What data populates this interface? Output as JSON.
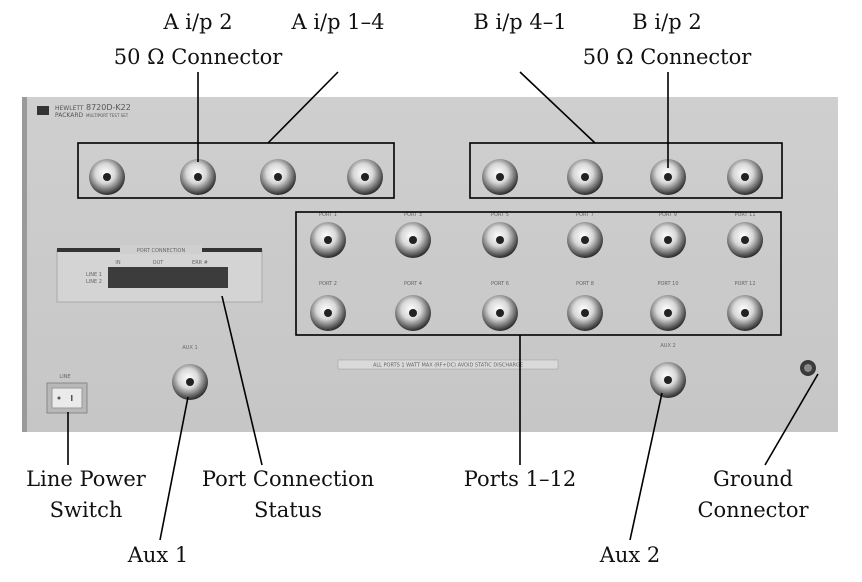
{
  "callouts": {
    "a_ip2": {
      "line1": "A i/p 2",
      "line2": "50 Ω Connector"
    },
    "a_ip14": "A i/p 1–4",
    "b_ip41": "B i/p 4–1",
    "b_ip2": {
      "line1": "B i/p 2",
      "line2": "50 Ω Connector"
    },
    "line_power": {
      "line1": "Line Power",
      "line2": "Switch"
    },
    "port_status": {
      "line1": "Port Connection",
      "line2": "Status"
    },
    "aux1": "Aux 1",
    "ports": "Ports 1–12",
    "aux2": "Aux 2",
    "ground": {
      "line1": "Ground",
      "line2": "Connector"
    }
  },
  "panel": {
    "brand_line1": "HEWLETT",
    "brand_line2": "PACKARD",
    "model": "8720D-K22",
    "model_sub": "MULTIPORT TEST SET",
    "display_title": "PORT CONNECTION",
    "display_cols": [
      "IN",
      "OUT",
      "ERR #"
    ],
    "display_rows": [
      "LINE 1",
      "LINE 2"
    ],
    "line_label": "LINE",
    "aux1_label": "AUX 1",
    "aux2_label": "AUX 2",
    "warning": "ALL PORTS 1 WATT MAX (RF+DC) AVOID STATIC DISCHARGE",
    "top_ports": [
      "PORT 1",
      "PORT 3",
      "PORT 5",
      "PORT 7",
      "PORT 9",
      "PORT 11"
    ],
    "bottom_ports": [
      "PORT 2",
      "PORT 4",
      "PORT 6",
      "PORT 8",
      "PORT 10",
      "PORT 12"
    ]
  }
}
